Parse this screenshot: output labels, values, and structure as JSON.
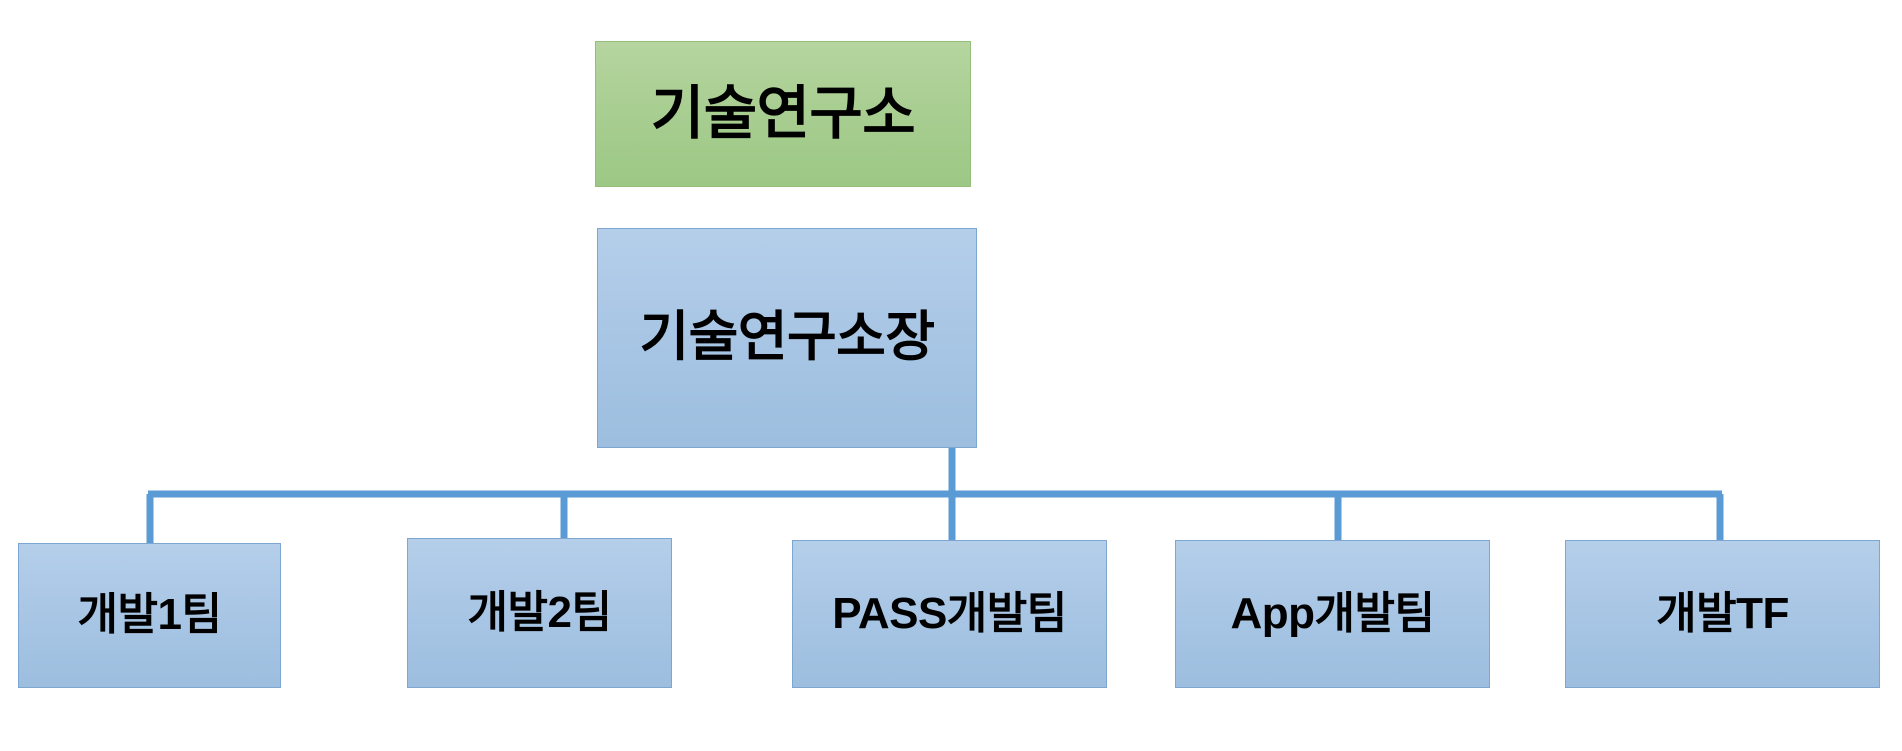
{
  "diagram": {
    "type": "org-chart",
    "title_node": "기술연구소",
    "orientation": "top-down",
    "background_color": "#ffffff",
    "colors": {
      "root_fill": "#a9ce92",
      "root_border": "#93bf7b",
      "node_fill": "#a9c6e5",
      "node_border": "#7da7d0",
      "connector": "#5b9bd5",
      "text": "#000000"
    },
    "nodes": {
      "root": {
        "label": "기술연구소",
        "level": 0,
        "fill": "#a9ce92"
      },
      "manager": {
        "label": "기술연구소장",
        "level": 1,
        "fill": "#a9c6e5"
      },
      "teams": [
        {
          "label": "개발1팀",
          "level": 2,
          "fill": "#a9c6e5"
        },
        {
          "label": "개발2팀",
          "level": 2,
          "fill": "#a9c6e5"
        },
        {
          "label": "PASS개발팀",
          "level": 2,
          "fill": "#a9c6e5"
        },
        {
          "label": "App개발팀",
          "level": 2,
          "fill": "#a9c6e5"
        },
        {
          "label": "개발TF",
          "level": 2,
          "fill": "#a9c6e5"
        }
      ]
    },
    "edges": [
      {
        "from": "기술연구소장",
        "to": "개발1팀"
      },
      {
        "from": "기술연구소장",
        "to": "개발2팀"
      },
      {
        "from": "기술연구소장",
        "to": "PASS개발팀"
      },
      {
        "from": "기술연구소장",
        "to": "App개발팀"
      },
      {
        "from": "기술연구소장",
        "to": "개발TF"
      }
    ]
  }
}
